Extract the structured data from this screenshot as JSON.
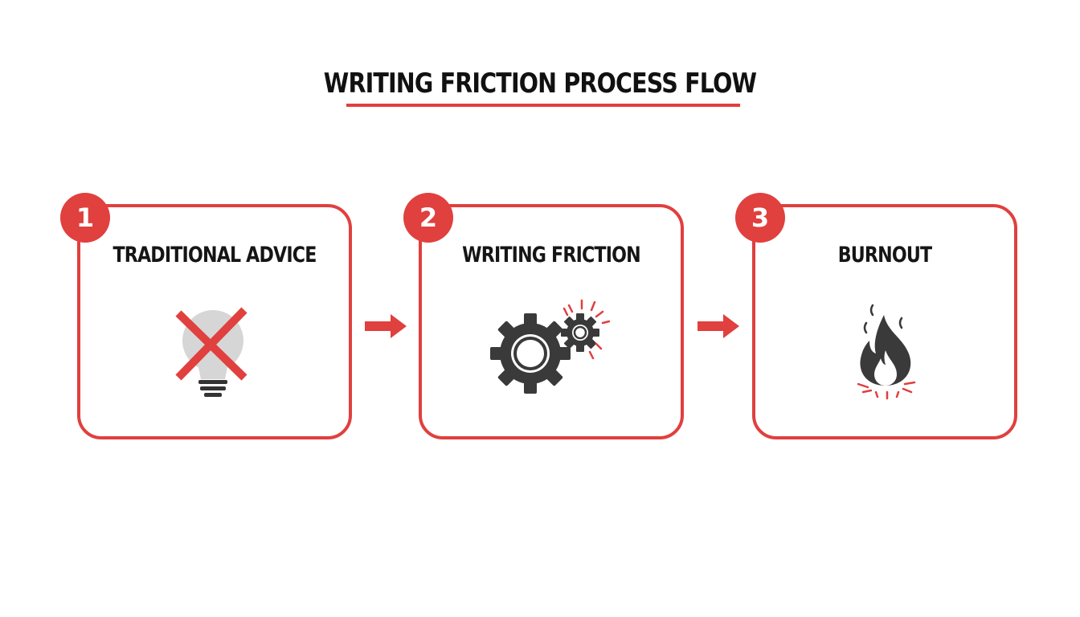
{
  "title": "WRITING FRICTION PROCESS FLOW",
  "colors": {
    "accent": "#e0403e",
    "icon_dark": "#3a3a3a",
    "bulb_gray": "#d6d6d6"
  },
  "steps": [
    {
      "number": "1",
      "label": "TRADITIONAL ADVICE",
      "icon": "crossed-out-lightbulb-icon"
    },
    {
      "number": "2",
      "label": "WRITING FRICTION",
      "icon": "grinding-gears-icon"
    },
    {
      "number": "3",
      "label": "BURNOUT",
      "icon": "flame-icon"
    }
  ]
}
